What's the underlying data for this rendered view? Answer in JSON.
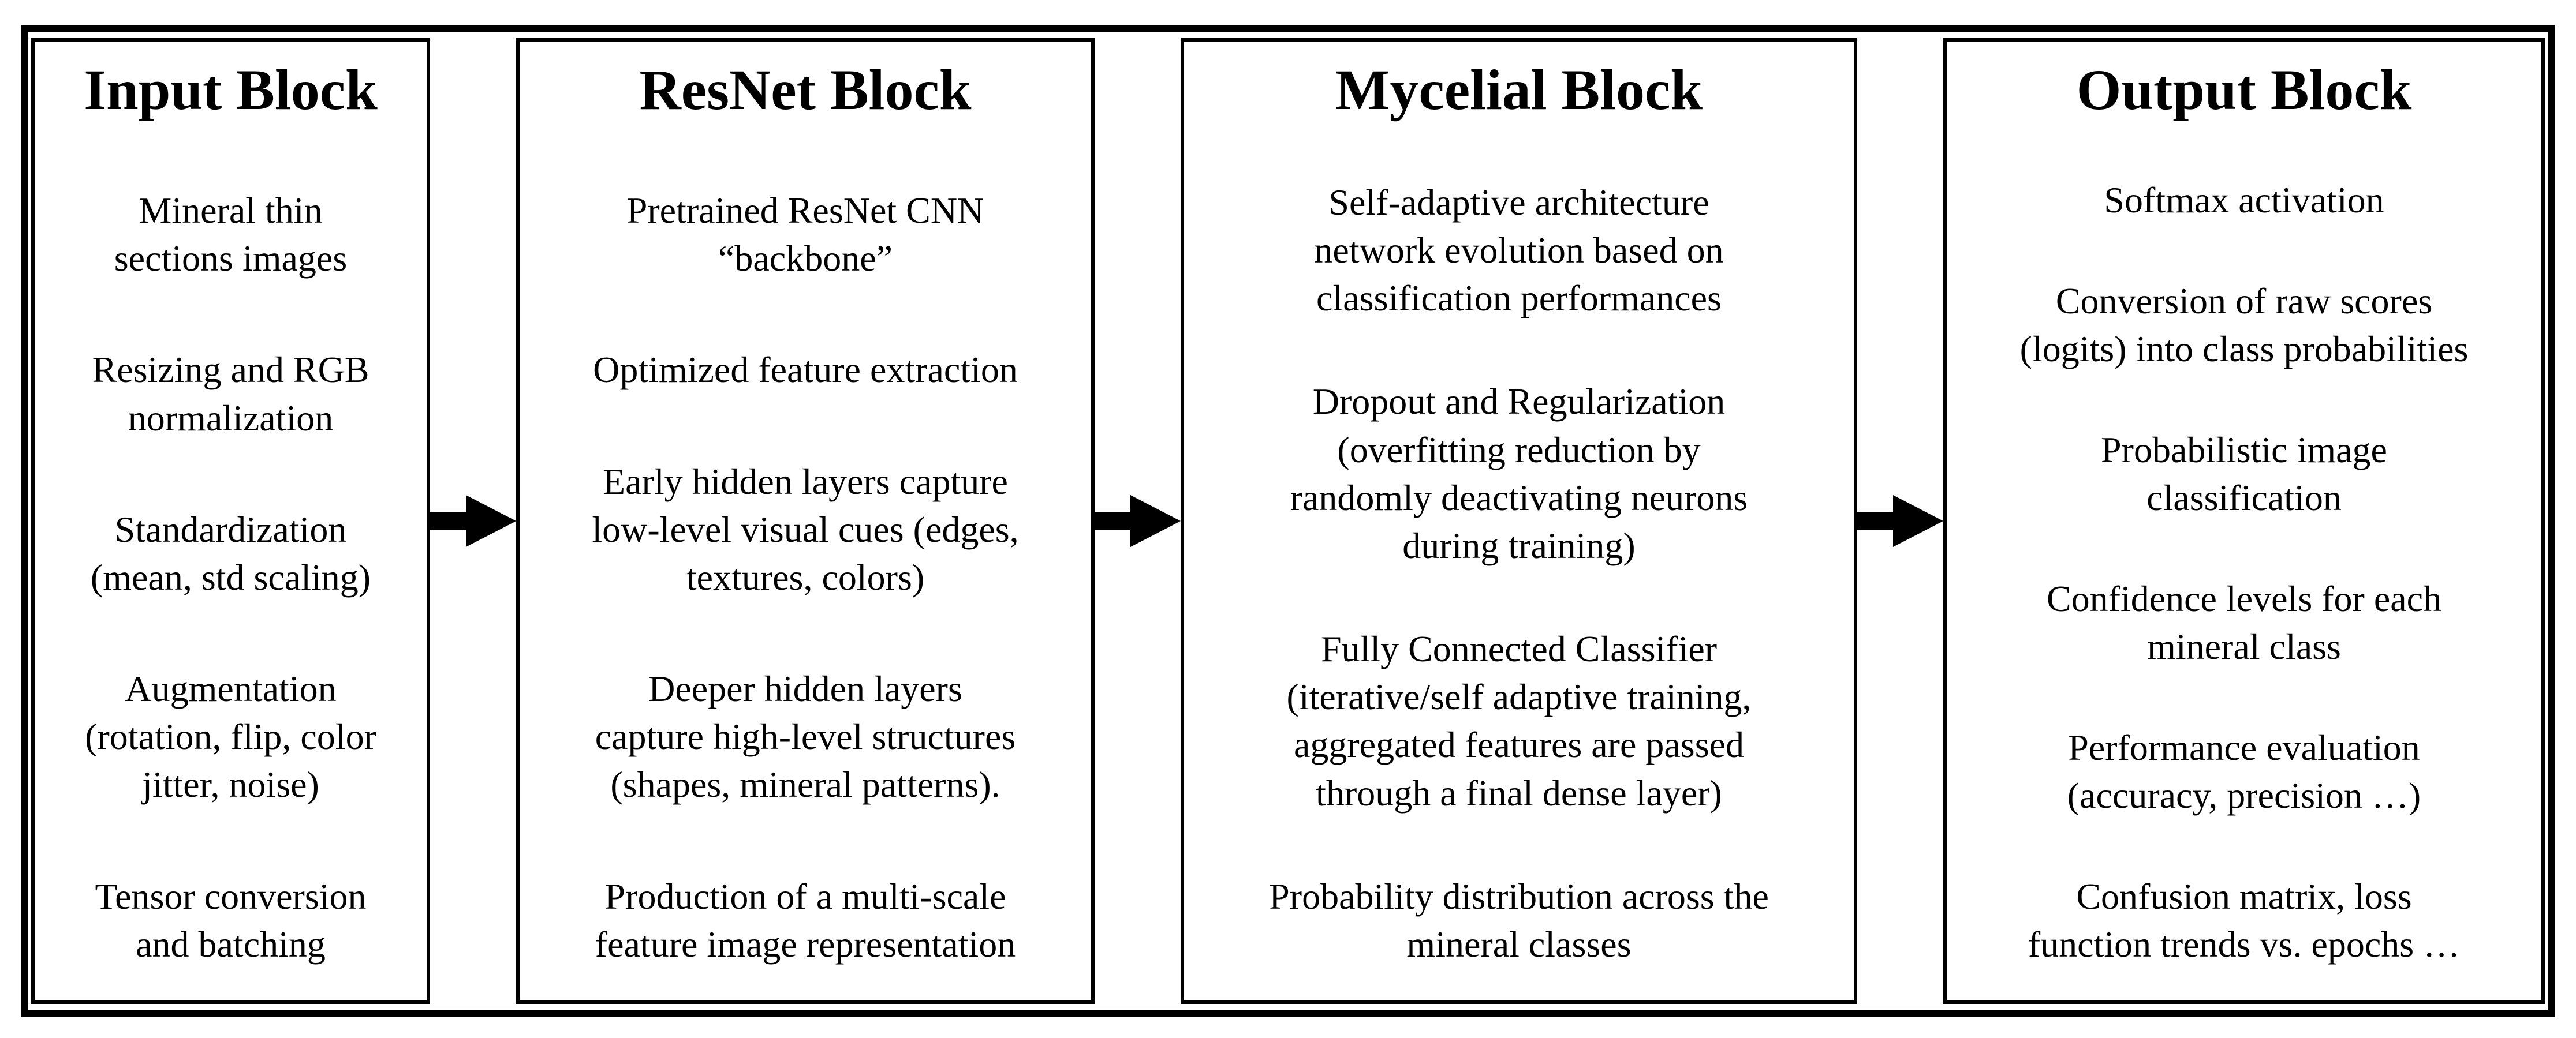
{
  "figure": {
    "background": "#ffffff",
    "border_color": "#000000",
    "arrow_color": "#000000",
    "arrow_icon": "arrow-right"
  },
  "blocks": [
    {
      "title": "Input Block",
      "items": [
        "Mineral thin\nsections images",
        "Resizing and RGB\nnormalization",
        "Standardization\n(mean, std scaling)",
        "Augmentation\n(rotation, flip, color\njitter, noise)",
        "Tensor conversion\nand batching"
      ]
    },
    {
      "title": "ResNet Block",
      "items": [
        "Pretrained ResNet CNN\n“backbone”",
        "Optimized feature extraction",
        "Early hidden layers capture\nlow-level visual cues (edges,\ntextures, colors)",
        "Deeper hidden layers\ncapture high-level structures\n(shapes, mineral patterns).",
        "Production of a multi-scale\nfeature image representation"
      ]
    },
    {
      "title": "Mycelial Block",
      "items": [
        "Self-adaptive architecture\nnetwork evolution based on\nclassification performances",
        "Dropout and Regularization\n(overfitting reduction by\nrandomly deactivating neurons\nduring training)",
        "Fully Connected Classifier\n(iterative/self adaptive training,\naggregated features are passed\nthrough a final dense layer)",
        "Probability distribution across the\nmineral classes"
      ]
    },
    {
      "title": "Output Block",
      "items": [
        "Softmax activation",
        "Conversion of raw scores\n(logits) into class probabilities",
        "Probabilistic image\nclassification",
        "Confidence levels for each\nmineral class",
        "Performance evaluation\n(accuracy, precision …)",
        "Confusion matrix, loss\nfunction trends vs. epochs …"
      ]
    }
  ]
}
